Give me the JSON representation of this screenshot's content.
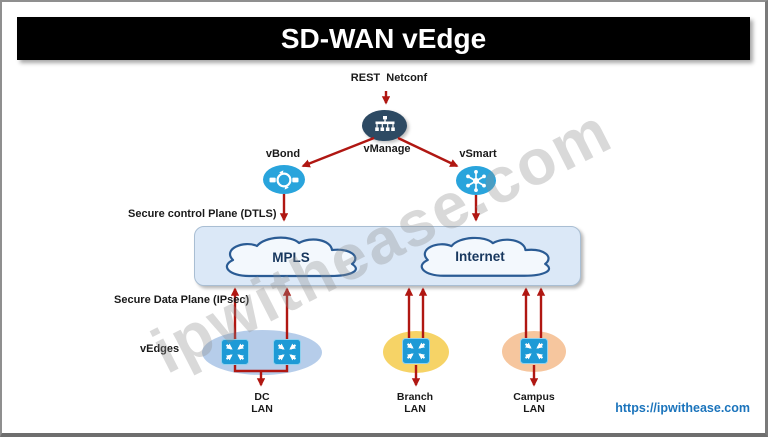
{
  "title": "SD-WAN vEdge",
  "watermark": "ipwithease.com",
  "footer": {
    "url": "https://ipwithease.com"
  },
  "labels": {
    "rest_netconf": "REST  Netconf",
    "control_plane": "Secure control Plane (DTLS)",
    "data_plane": "Secure Data Plane (IPsec)",
    "vedges": "vEdges"
  },
  "nodes": {
    "vmanage": {
      "label": "vManage",
      "icon": "management-console-icon"
    },
    "vbond": {
      "label": "vBond",
      "icon": "orchestrator-sync-icon"
    },
    "vsmart": {
      "label": "vSmart",
      "icon": "hub-spoke-controller-icon"
    }
  },
  "clouds": [
    {
      "label": "MPLS"
    },
    {
      "label": "Internet"
    }
  ],
  "sites": [
    {
      "name": "dc",
      "label_line1": "DC",
      "label_line2": "LAN",
      "ellipse_color": "#b6cdea",
      "switch_count": 2
    },
    {
      "name": "branch",
      "label_line1": "Branch",
      "label_line2": "LAN",
      "ellipse_color": "#f6d366",
      "switch_count": 1
    },
    {
      "name": "campus",
      "label_line1": "Campus",
      "label_line2": "LAN",
      "ellipse_color": "#f6c69e",
      "switch_count": 1
    }
  ],
  "colors": {
    "title_bar_bg": "#000000",
    "title_text": "#ffffff",
    "arrow_red": "#b01712",
    "node_blue": "#29a4dc",
    "vmanage_dark_blue": "#2d4a63",
    "wan_container_fill": "#dbe8f7",
    "cloud_fill": "#f3f8fd",
    "cloud_outline": "#2a5b94",
    "dc_ellipse": "#b6cdea",
    "branch_ellipse": "#f6d366",
    "campus_ellipse": "#f6c69e",
    "switch_blue": "#1e9ad6",
    "link_blue": "#1b74bc",
    "watermark_gray": "#8f8f8f"
  }
}
